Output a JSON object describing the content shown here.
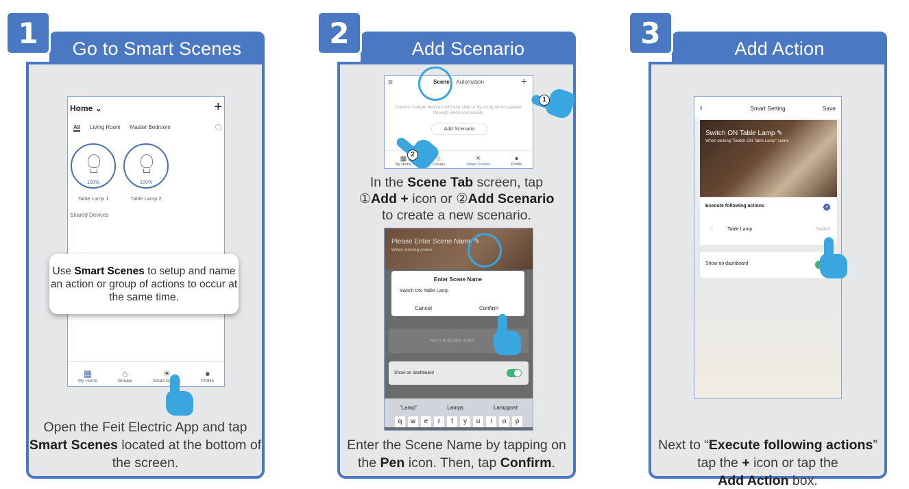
{
  "steps": [
    {
      "number": "1",
      "title": "Go to Smart Scenes",
      "phone": {
        "home_label": "Home",
        "tabs": [
          "All",
          "Living Room",
          "Master Bedroom"
        ],
        "lamps": [
          {
            "name": "Table Lamp 1",
            "percent": "100%"
          },
          {
            "name": "Table Lamp 2",
            "percent": "100%"
          }
        ],
        "shared_devices": "Shared Devices",
        "nav": [
          "My Home",
          "Groups",
          "Smart Scenes",
          "Profile"
        ]
      },
      "callout": {
        "pre": "Use ",
        "bold": "Smart Scenes",
        "post": " to setup and name an action or group of actions to occur at the same time."
      },
      "caption": {
        "pre": "Open the Feit Electric App and tap ",
        "bold": "Smart Scenes",
        "post": " located at the bottom of the screen."
      }
    },
    {
      "number": "2",
      "title": "Add Scenario",
      "phone_top": {
        "tab_active": "Scene",
        "tab_other": "Automation",
        "description": "Control multiple devices with one click or by using an AI speaker through voice commands.",
        "add_button": "Add Scenario",
        "nav": [
          "My Home",
          "Groups",
          "Smart Scenes",
          "Profile"
        ],
        "hand_numbers": [
          "1",
          "2"
        ]
      },
      "caption_top": {
        "l1_pre": "In the ",
        "l1_bold": "Scene Tab",
        "l1_post": " screen, tap",
        "l2_num1": "①",
        "l2_bold1": "Add +",
        "l2_mid": " icon or ",
        "l2_num2": "②",
        "l2_bold2": "Add Scenario",
        "l3": "to create a new scenario."
      },
      "phone_bottom": {
        "photo_title": "Please Enter Scene Name",
        "photo_sub": "When clicking  scene",
        "dialog_title": "Enter Scene Name",
        "dialog_input": "Switch ON Table Lamp",
        "cancel": "Cancel",
        "confirm": "Confirm",
        "add_action": "Add a execution action",
        "show_dashboard": "Show on dashboard",
        "suggestions": [
          "\"Lamp\"",
          "Lamps",
          "Lamppost"
        ],
        "keys": [
          "q",
          "w",
          "e",
          "r",
          "t",
          "y",
          "u",
          "i",
          "o",
          "p"
        ]
      },
      "caption": {
        "l1": "Enter the Scene Name by tapping on",
        "l2_pre": "the ",
        "l2_bold1": "Pen",
        "l2_mid": " icon. Then, tap ",
        "l2_bold2": "Confirm",
        "l2_post": "."
      }
    },
    {
      "number": "3",
      "title": "Add Action",
      "phone": {
        "header_title": "Smart Setting",
        "save": "Save",
        "photo_title": "Switch ON Table Lamp",
        "photo_sub": "When clicking \"Switch ON Table Lamp\" scene",
        "execute_label": "Execute following actions",
        "device": "Table Lamp",
        "device_state": "Switch:",
        "show_dashboard": "Show on dashboard"
      },
      "caption": {
        "l1_pre": "Next to “",
        "l1_bold": "Execute following actions",
        "l1_post": "”",
        "l2_pre": "tap the ",
        "l2_bold": "+",
        "l2_post": " icon or tap the",
        "l3_bold": "Add Action",
        "l3_post": " box."
      }
    }
  ],
  "colors": {
    "accent": "#4a78c3",
    "hand": "#3aa6e0",
    "toggle": "#3fb37a"
  },
  "icons": [
    "hand-pointer-icon",
    "bulb-icon",
    "plus-icon",
    "chevron-down-icon",
    "back-icon",
    "pen-icon"
  ]
}
